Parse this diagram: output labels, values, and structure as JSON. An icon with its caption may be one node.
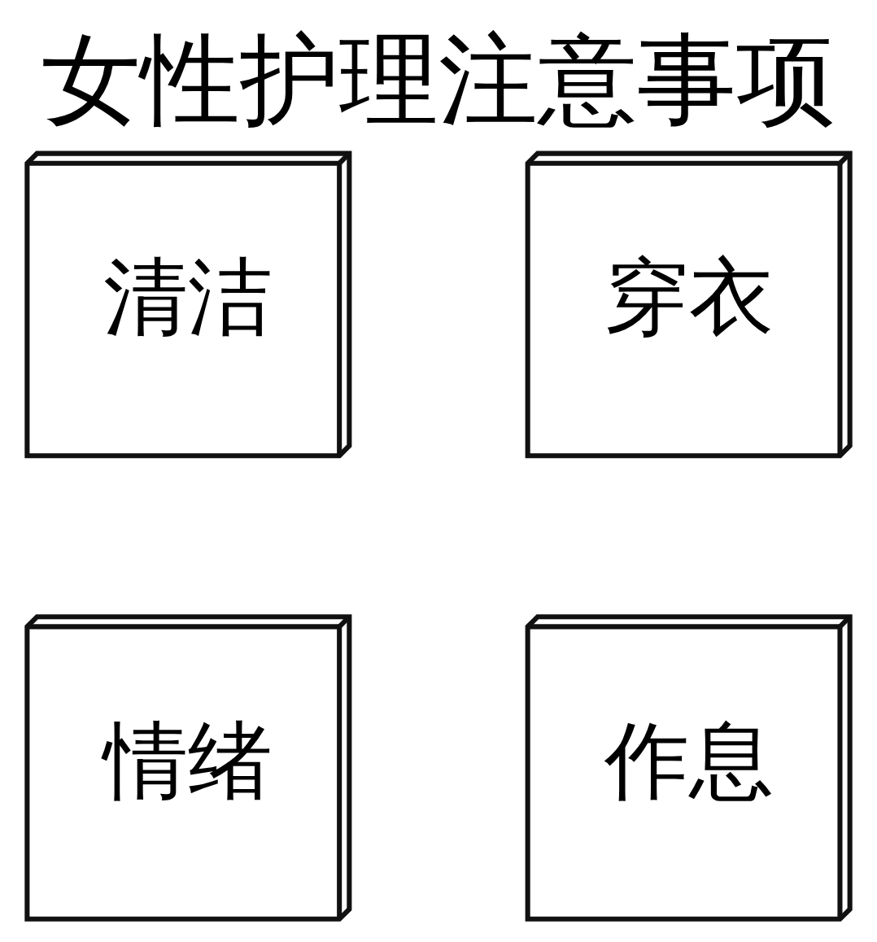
{
  "diagram": {
    "title": "女性护理注意事项",
    "nodes": [
      {
        "text": [
          "清洁"
        ]
      },
      {
        "text": [
          "穿衣"
        ]
      },
      {
        "text": [
          "情绪"
        ]
      },
      {
        "text": [
          "作息"
        ]
      }
    ]
  }
}
